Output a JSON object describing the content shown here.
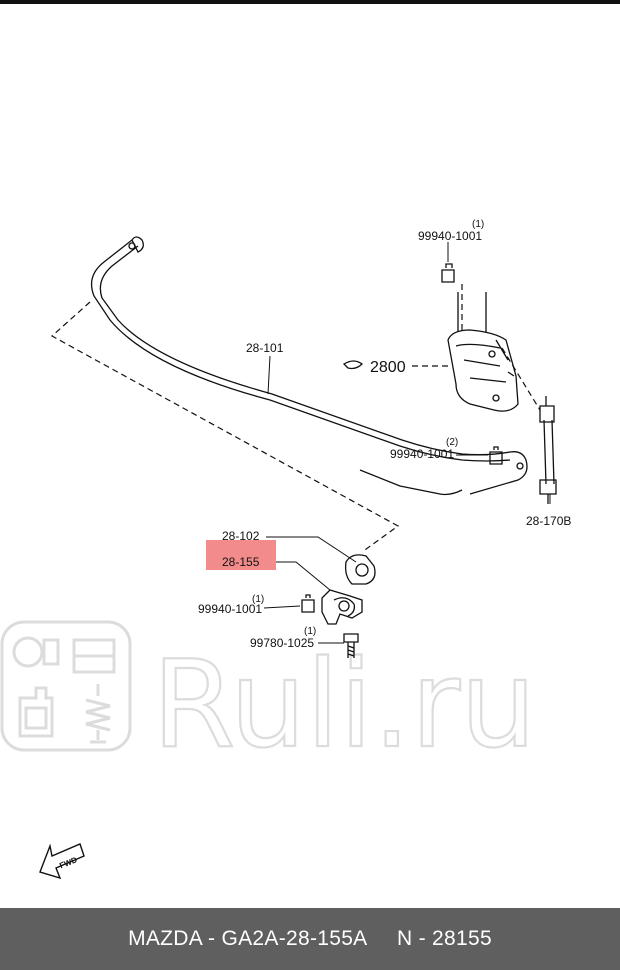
{
  "callouts": {
    "nut_top": "99940-1001",
    "nut_top_qty": "(1)",
    "bar": "28-101",
    "assembly_ref": "2800",
    "nut_link": "99940-1001",
    "nut_link_qty": "(2)",
    "link": "28-170B",
    "bushing": "28-102",
    "bracket": "28-155",
    "nut_bracket": "99940-1001",
    "nut_bracket_qty": "(1)",
    "bolt": "99780-1025",
    "bolt_qty": "(1)"
  },
  "fwd_label": "FWD",
  "watermark": {
    "text": "Ruli.ru",
    "icons": [
      "piston-icon",
      "door-icon",
      "oil-bottle-icon",
      "shock-absorber-icon"
    ]
  },
  "highlight_color": "#f28b8b",
  "footer": {
    "text": "MAZDA - GA2A-28-155A     N - 28155"
  }
}
